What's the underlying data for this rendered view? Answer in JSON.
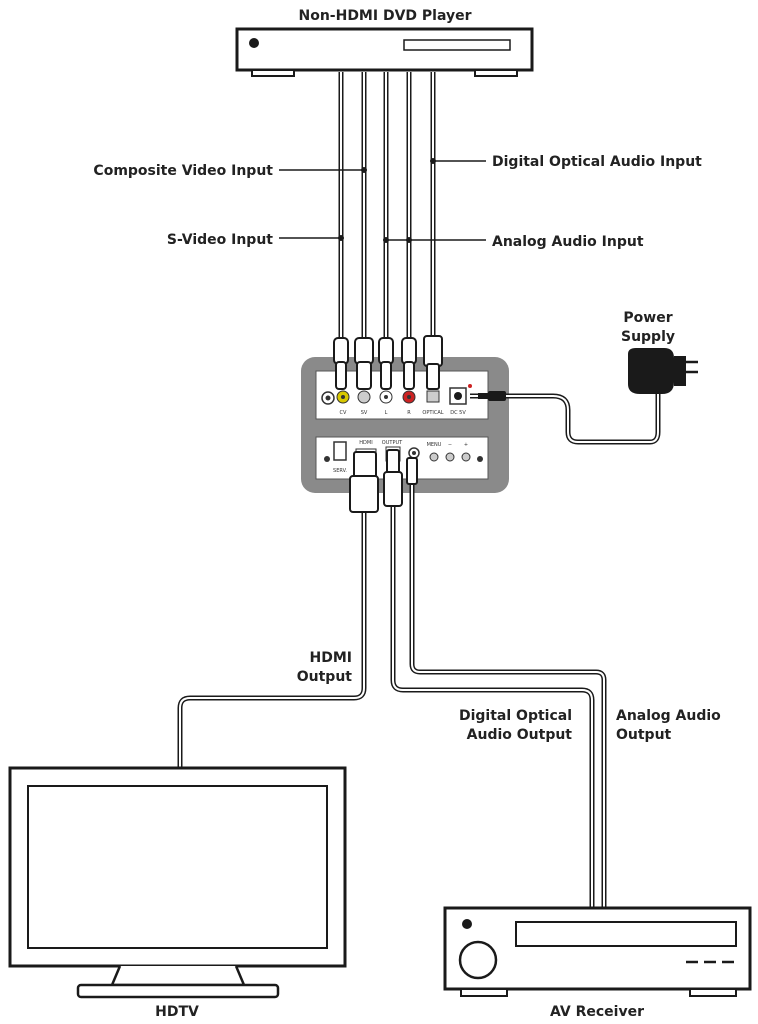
{
  "labels": {
    "dvd_player": "Non-HDMI DVD Player",
    "composite_video": "Composite Video Input",
    "s_video": "S-Video Input",
    "digital_optical_in": "Digital Optical Audio Input",
    "analog_audio_in": "Analog Audio Input",
    "power_supply": [
      "Power",
      "Supply"
    ],
    "hdmi_output": [
      "HDMI",
      "Output"
    ],
    "digital_optical_out": [
      "Digital Optical",
      "Audio Output"
    ],
    "analog_audio_out": [
      "Analog Audio",
      "Output"
    ],
    "hdtv": "HDTV",
    "av_receiver": "AV Receiver"
  },
  "converter": {
    "rear_ports": [
      "CV",
      "SV",
      "L",
      "R",
      "OPTICAL",
      "DC 5V"
    ],
    "front_ports": [
      "SERV.",
      "HDMI",
      "OUTPUT",
      "MENU",
      "−",
      "+"
    ]
  }
}
